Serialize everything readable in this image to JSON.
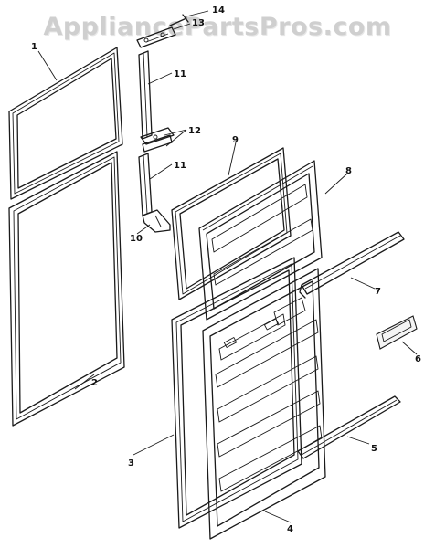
{
  "watermark": "AppliancePartsPros.com",
  "labels": {
    "p1": "1",
    "p2": "2",
    "p3": "3",
    "p4": "4",
    "p5": "5",
    "p6": "6",
    "p7": "7",
    "p8": "8",
    "p9": "9",
    "p10": "10",
    "p11a": "11",
    "p11b": "11",
    "p12": "12",
    "p13": "13",
    "p14": "14"
  }
}
